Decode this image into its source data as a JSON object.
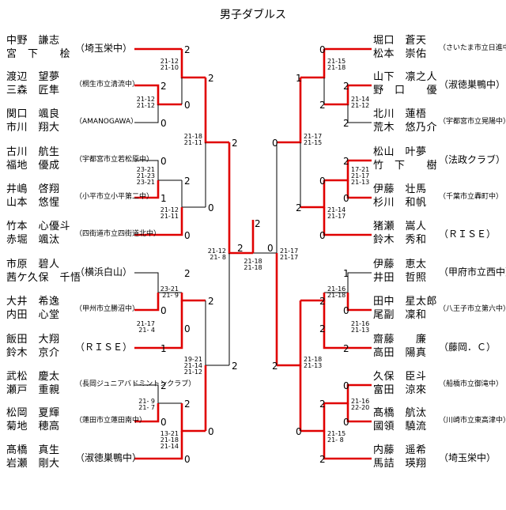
{
  "title": "男子ダブルス",
  "left_entries": [
    {
      "players": [
        "中野　謙志",
        "宮　下　　桧"
      ],
      "club": "（埼玉栄中）"
    },
    {
      "players": [
        "渡辺　望夢",
        "三森　匠隼"
      ],
      "club": "（桐生市立清流中）"
    },
    {
      "players": [
        "関口　颯良",
        "市川　翔大"
      ],
      "club": "（AMANOGAWA）"
    },
    {
      "players": [
        "古川　航生",
        "福地　優成"
      ],
      "club": "（宇都宮市立若松原中）"
    },
    {
      "players": [
        "井嶋　啓翔",
        "山本　悠惺"
      ],
      "club": "（小平市立小平第二中）"
    },
    {
      "players": [
        "竹本　心優斗",
        "赤堀　颯汰"
      ],
      "club": "（四街道市立四街道北中）"
    },
    {
      "players": [
        "市原　碧人",
        "茜ケ久保　千悟"
      ],
      "club": "（横浜白山）"
    },
    {
      "players": [
        "大井　希逸",
        "内田　心堂"
      ],
      "club": "（甲州市立勝沼中）"
    },
    {
      "players": [
        "飯田　大翔",
        "鈴木　京介"
      ],
      "club": "（ＲＩＳＥ）"
    },
    {
      "players": [
        "武松　慶太",
        "瀬戸　重親"
      ],
      "club": "（長岡ジュニアバドミントンクラブ）"
    },
    {
      "players": [
        "松岡　夏輝",
        "菊地　穂高"
      ],
      "club": "（蓮田市立蓮田南中）"
    },
    {
      "players": [
        "髙橋　真生",
        "岩瀬　剛大"
      ],
      "club": "（淑徳巣鴨中）"
    }
  ],
  "right_entries": [
    {
      "players": [
        "堀口　蒼天",
        "松本　崇佑"
      ],
      "club": "（さいたま市立日進中）"
    },
    {
      "players": [
        "山下　凛之人",
        "野　口　　優"
      ],
      "club": "（淑徳巣鴨中）"
    },
    {
      "players": [
        "北川　蓮梧",
        "荒木　悠乃介"
      ],
      "club": "（宇都宮市立晃陽中）"
    },
    {
      "players": [
        "松山　叶夢",
        "竹　下　　樹"
      ],
      "club": "（法政クラブ）"
    },
    {
      "players": [
        "伊藤　壮馬",
        "杉川　和帆"
      ],
      "club": "（千葉市立轟町中）"
    },
    {
      "players": [
        "猪瀬　嵩人",
        "鈴木　秀和"
      ],
      "club": "（ＲＩＳＥ）"
    },
    {
      "players": [
        "伊藤　恵太",
        "井田　哲照"
      ],
      "club": "（甲府市立西中）"
    },
    {
      "players": [
        "田中　星太郎",
        "尾副　凜和"
      ],
      "club": "（八王子市立第六中）"
    },
    {
      "players": [
        "齋藤　　廉",
        "高田　陽真"
      ],
      "club": "（藤岡．Ｃ）"
    },
    {
      "players": [
        "久保　臣斗",
        "富田　涼來"
      ],
      "club": "（船橋市立御滝中）"
    },
    {
      "players": [
        "髙橋　航汰",
        "國領　驍流"
      ],
      "club": "（川崎市立東高津中）"
    },
    {
      "players": [
        "内藤　遥希",
        "馬詰　瑛翔"
      ],
      "club": "（埼玉栄中）"
    }
  ],
  "match_scores": [
    "21-12\n21-10",
    "21-12\n21-12",
    "21-18\n21-11",
    "23-21\n21-23\n23-21",
    "21-12\n21-11",
    "21-12\n21- 8",
    "23-21\n21- 9",
    "21-17\n21- 4",
    "19-21\n21-14\n21-12",
    "21- 9\n21- 7",
    "13-21\n21-18\n21-14",
    "21-15\n21-18",
    "21-14\n21-12",
    "21-17\n21-15",
    "17-21\n21-17\n21-13",
    "21-14\n21-17",
    "21-17\n21-17",
    "21-16\n21-18",
    "21-16\n21-13",
    "21-18\n21-13",
    "21-16\n22-20",
    "21-15\n21- 8",
    "21-18\n21-18"
  ],
  "game_counts": [
    "2",
    "2",
    "0",
    "0",
    "2",
    "0",
    "2",
    "1",
    "0",
    "0",
    "2",
    "2",
    "0",
    "2",
    "0",
    "1",
    "2",
    "2",
    "2",
    "0",
    "0",
    "0",
    "2",
    "2",
    "0",
    "1",
    "2",
    "2",
    "2",
    "0",
    "2",
    "0",
    "0",
    "2",
    "0",
    "1",
    "2",
    "0",
    "2",
    "2",
    "2",
    "0",
    "2",
    "0",
    "0",
    "2",
    "0",
    "2",
    "0",
    "2",
    "0",
    "2",
    "2",
    "0",
    "2",
    "0",
    "0",
    "2",
    "0",
    "2"
  ],
  "colors": {
    "winner_line": "#e00000",
    "line": "#000000"
  }
}
